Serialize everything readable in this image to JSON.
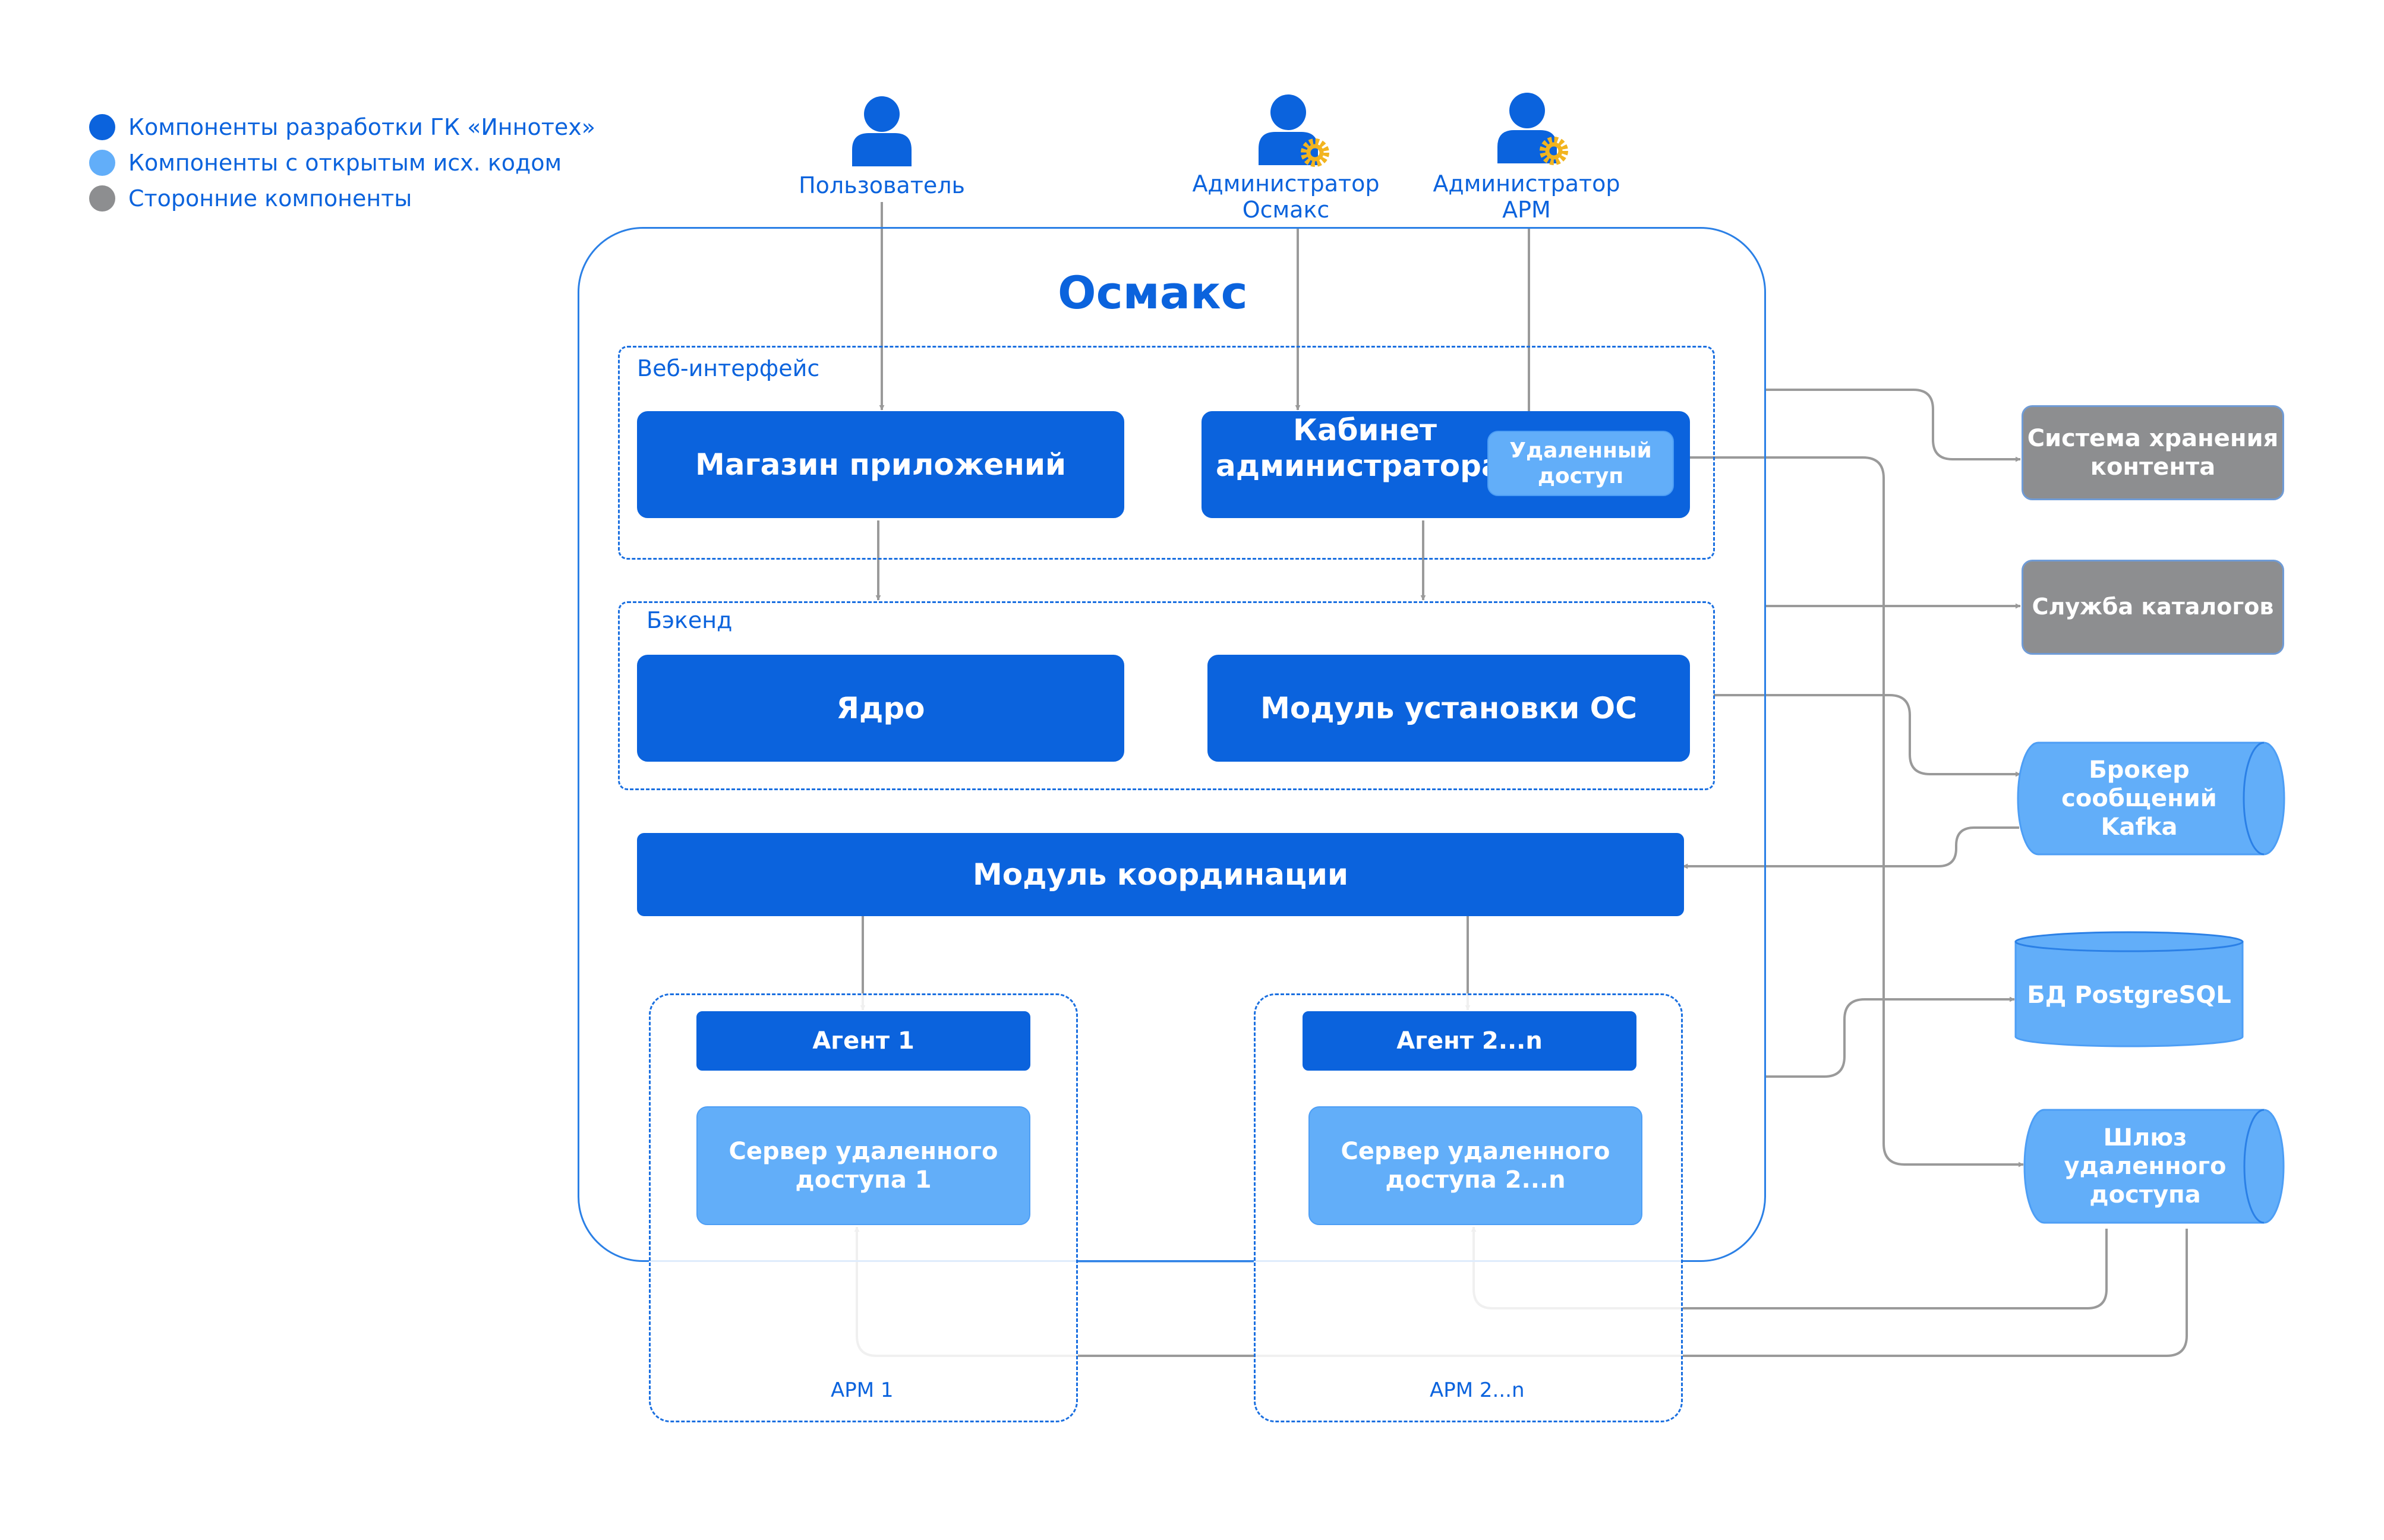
{
  "legend": [
    {
      "label": "Компоненты разработки ГК «Иннотех»",
      "color": "#0b63dd"
    },
    {
      "label": "Компоненты с открытым исх. кодом",
      "color": "#62aef9"
    },
    {
      "label": "Сторонние компоненты",
      "color": "#8d8e90"
    }
  ],
  "actors": {
    "user": "Пользователь",
    "admin_osmaks_1": "Администратор",
    "admin_osmaks_2": "Осмакс",
    "admin_arm_1": "Администратор",
    "admin_arm_2": "АРМ"
  },
  "system": {
    "title": "Осмакс",
    "web_label": "Веб-интерфейс",
    "backend_label": "Бэкенд",
    "store": "Магазин приложений",
    "admin_cab_1": "Кабинет",
    "admin_cab_2": "администратора",
    "remote_1": "Удаленный",
    "remote_2": "доступ",
    "core": "Ядро",
    "os_install": "Модуль установки ОС",
    "coordination": "Модуль координации",
    "agent1": "Агент 1",
    "agent2": "Агент 2...n",
    "srv1_1": "Сервер удаленного",
    "srv1_2": "доступа 1",
    "srv2_1": "Сервер удаленного",
    "srv2_2": "доступа 2...n",
    "arm1": "АРМ 1",
    "arm2": "АРМ 2...n"
  },
  "external": {
    "storage_1": "Система хранения",
    "storage_2": "контента",
    "catalog": "Служба каталогов",
    "kafka_1": "Брокер",
    "kafka_2": "сообщений",
    "kafka_3": "Kafka",
    "postgres": "БД PostgreSQL",
    "gateway_1": "Шлюз",
    "gateway_2": "удаленного",
    "gateway_3": "доступа"
  },
  "colors": {
    "inhouse": "#0b63dd",
    "opensource": "#62aef9",
    "thirdparty": "#8d8e90",
    "connector": "#9a9a9a",
    "gear": "#f2b41f"
  }
}
